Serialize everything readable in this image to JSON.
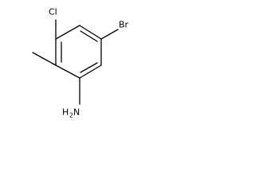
{
  "molecule": {
    "atoms": {
      "chlorine": "Cl",
      "bromine": "Br",
      "amine_nitrogen": "N",
      "amine_hydrogen": "H",
      "amine_hydrogen_count": "2"
    }
  }
}
